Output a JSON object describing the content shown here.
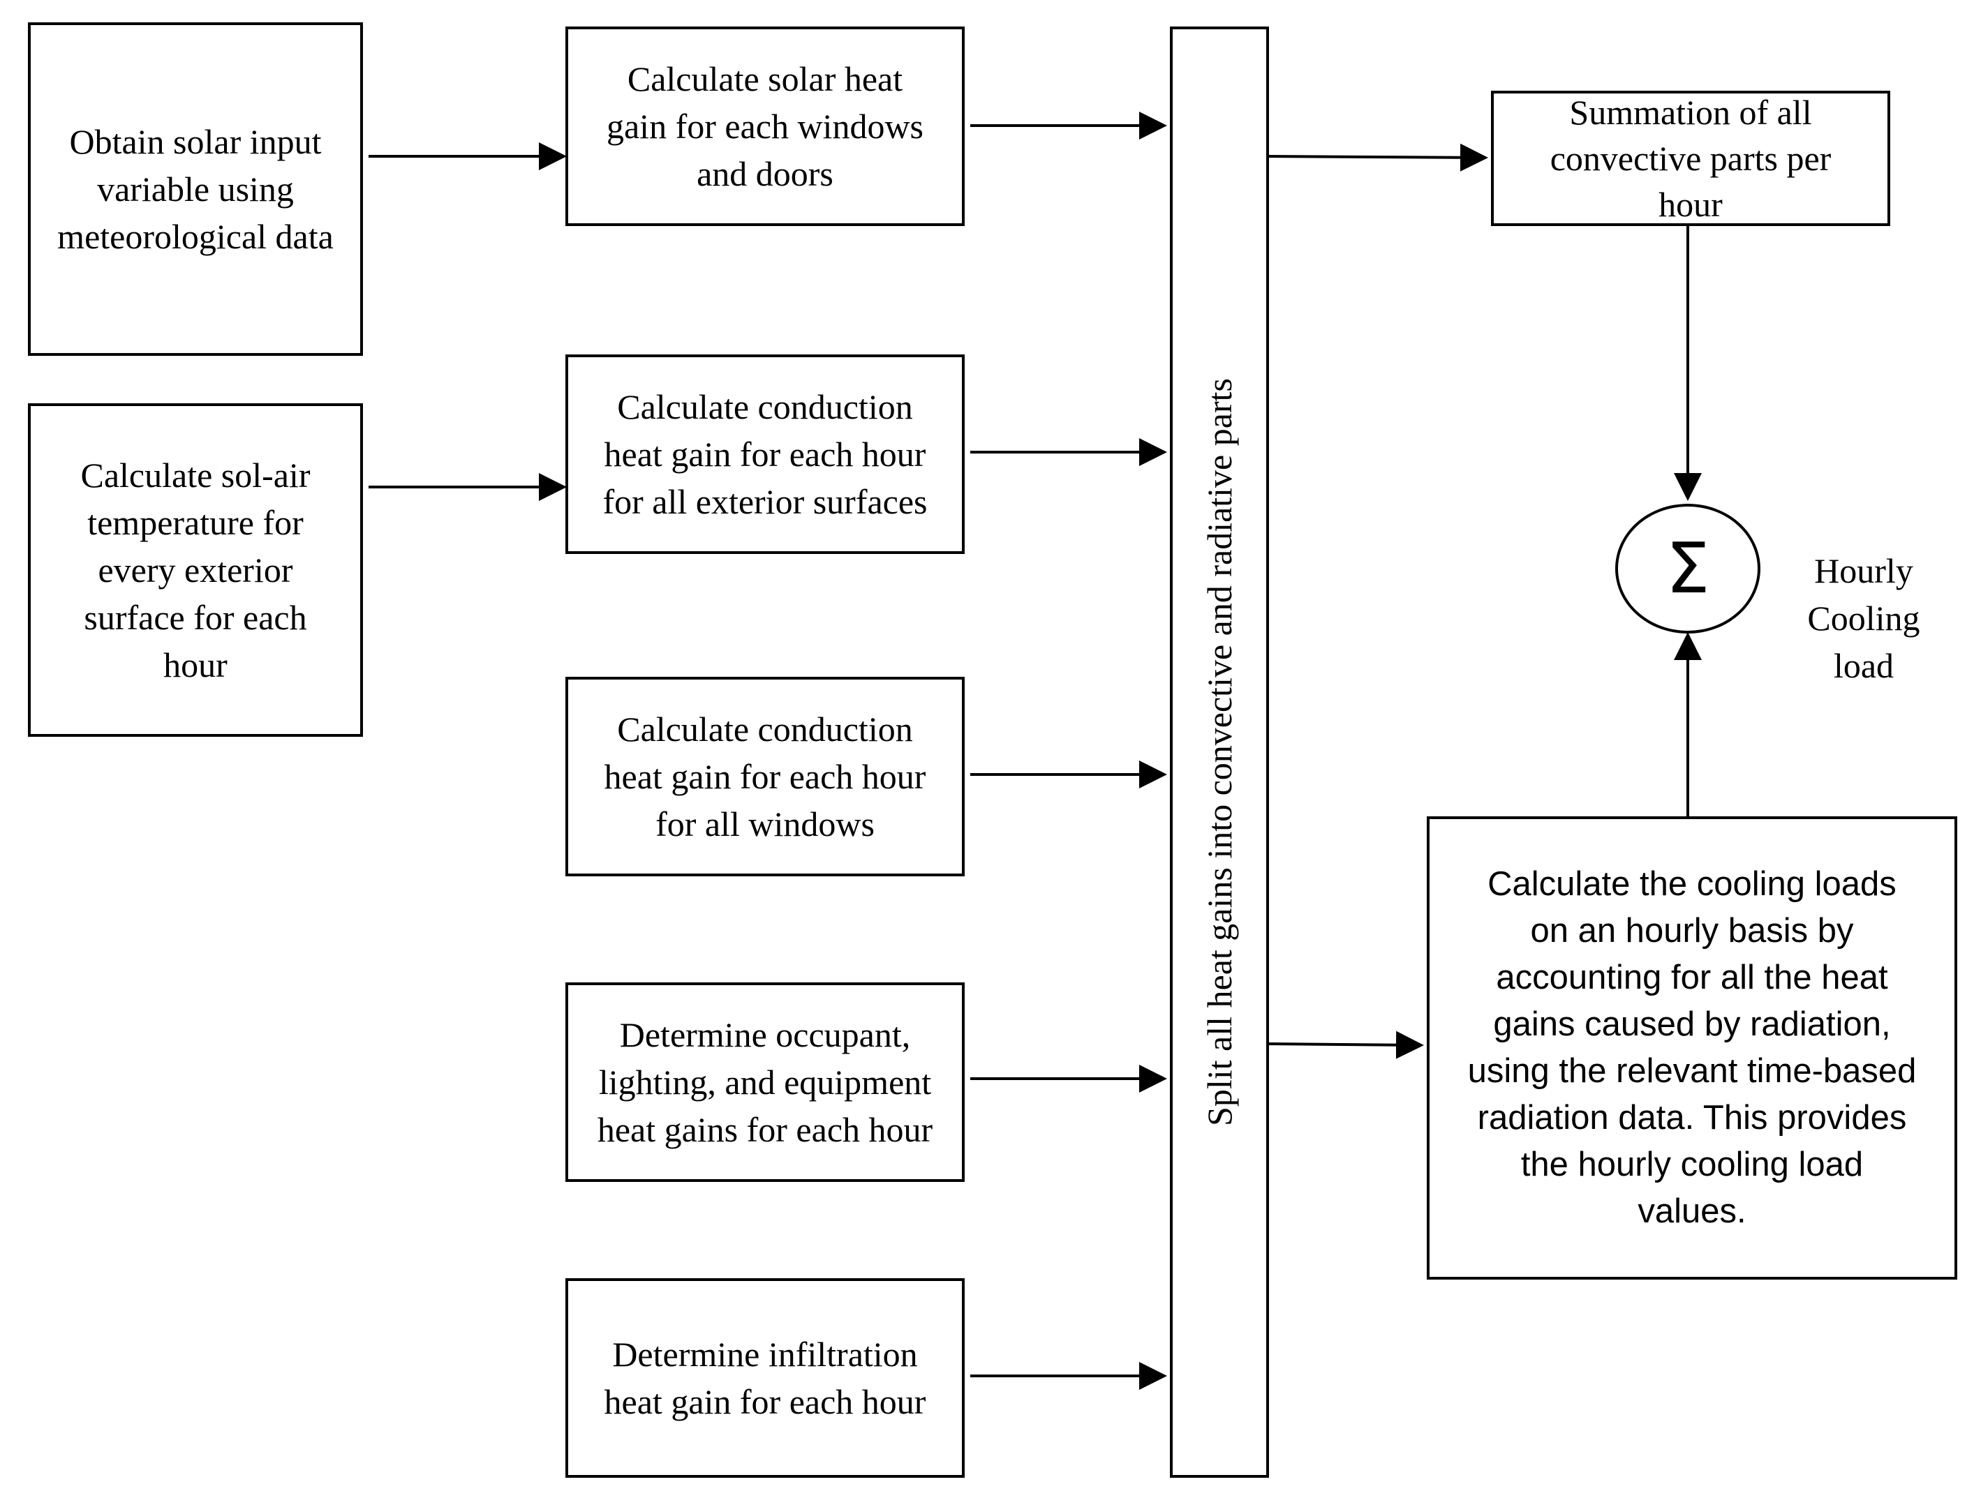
{
  "colors": {
    "stroke": "#000000",
    "background": "#ffffff"
  },
  "inputs": [
    {
      "text": "Obtain solar input\nvariable using\nmeteorological  data"
    },
    {
      "text": "Calculate sol-air\ntemperature for\nevery exterior\nsurface for each\nhour"
    }
  ],
  "heat_gains": [
    {
      "text": "Calculate solar heat\ngain for each windows\nand doors"
    },
    {
      "text": "Calculate conduction\nheat gain for each hour\nfor all exterior surfaces"
    },
    {
      "text": "Calculate conduction\nheat gain for each hour\nfor all windows"
    },
    {
      "text": "Determine occupant,\nlighting, and equipment\nheat gains for each hour"
    },
    {
      "text": "Determine infiltration\nheat gain for each hour"
    }
  ],
  "split": {
    "text": "Split all heat gains into convective and radiative parts"
  },
  "convective": {
    "text": "Summation of all\nconvective parts per\nhour"
  },
  "radiative": {
    "text": "Calculate the cooling loads\non an hourly basis by\naccounting for all the heat\ngains caused by radiation,\nusing the relevant time-based\nradiation data. This provides\nthe hourly cooling load\nvalues."
  },
  "sum": {
    "symbol": "Σ",
    "icon": "summation-icon"
  },
  "output": {
    "text": "Hourly\nCooling\nload"
  }
}
